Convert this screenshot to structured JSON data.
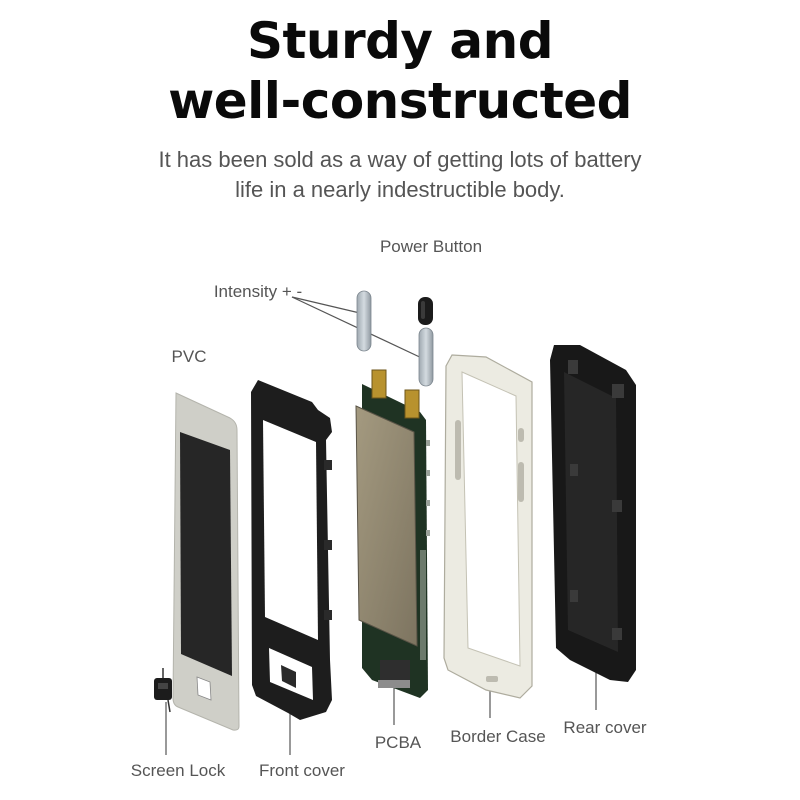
{
  "heading": {
    "line1": "Sturdy and",
    "line2": "well-constructed"
  },
  "subheading": {
    "line1": "It has been sold as a way of getting lots of battery",
    "line2": "life in a nearly indestructible body."
  },
  "labels": {
    "power_button": "Power Button",
    "intensity": "Intensity + -",
    "pvc": "PVC",
    "screen_lock": "Screen Lock",
    "front_cover": "Front cover",
    "pcba": "PCBA",
    "border_case": "Border Case",
    "rear_cover": "Rear cover"
  },
  "colors": {
    "label_text": "#555555",
    "heading_text": "#0a0a0a",
    "leader_line": "#555555"
  }
}
